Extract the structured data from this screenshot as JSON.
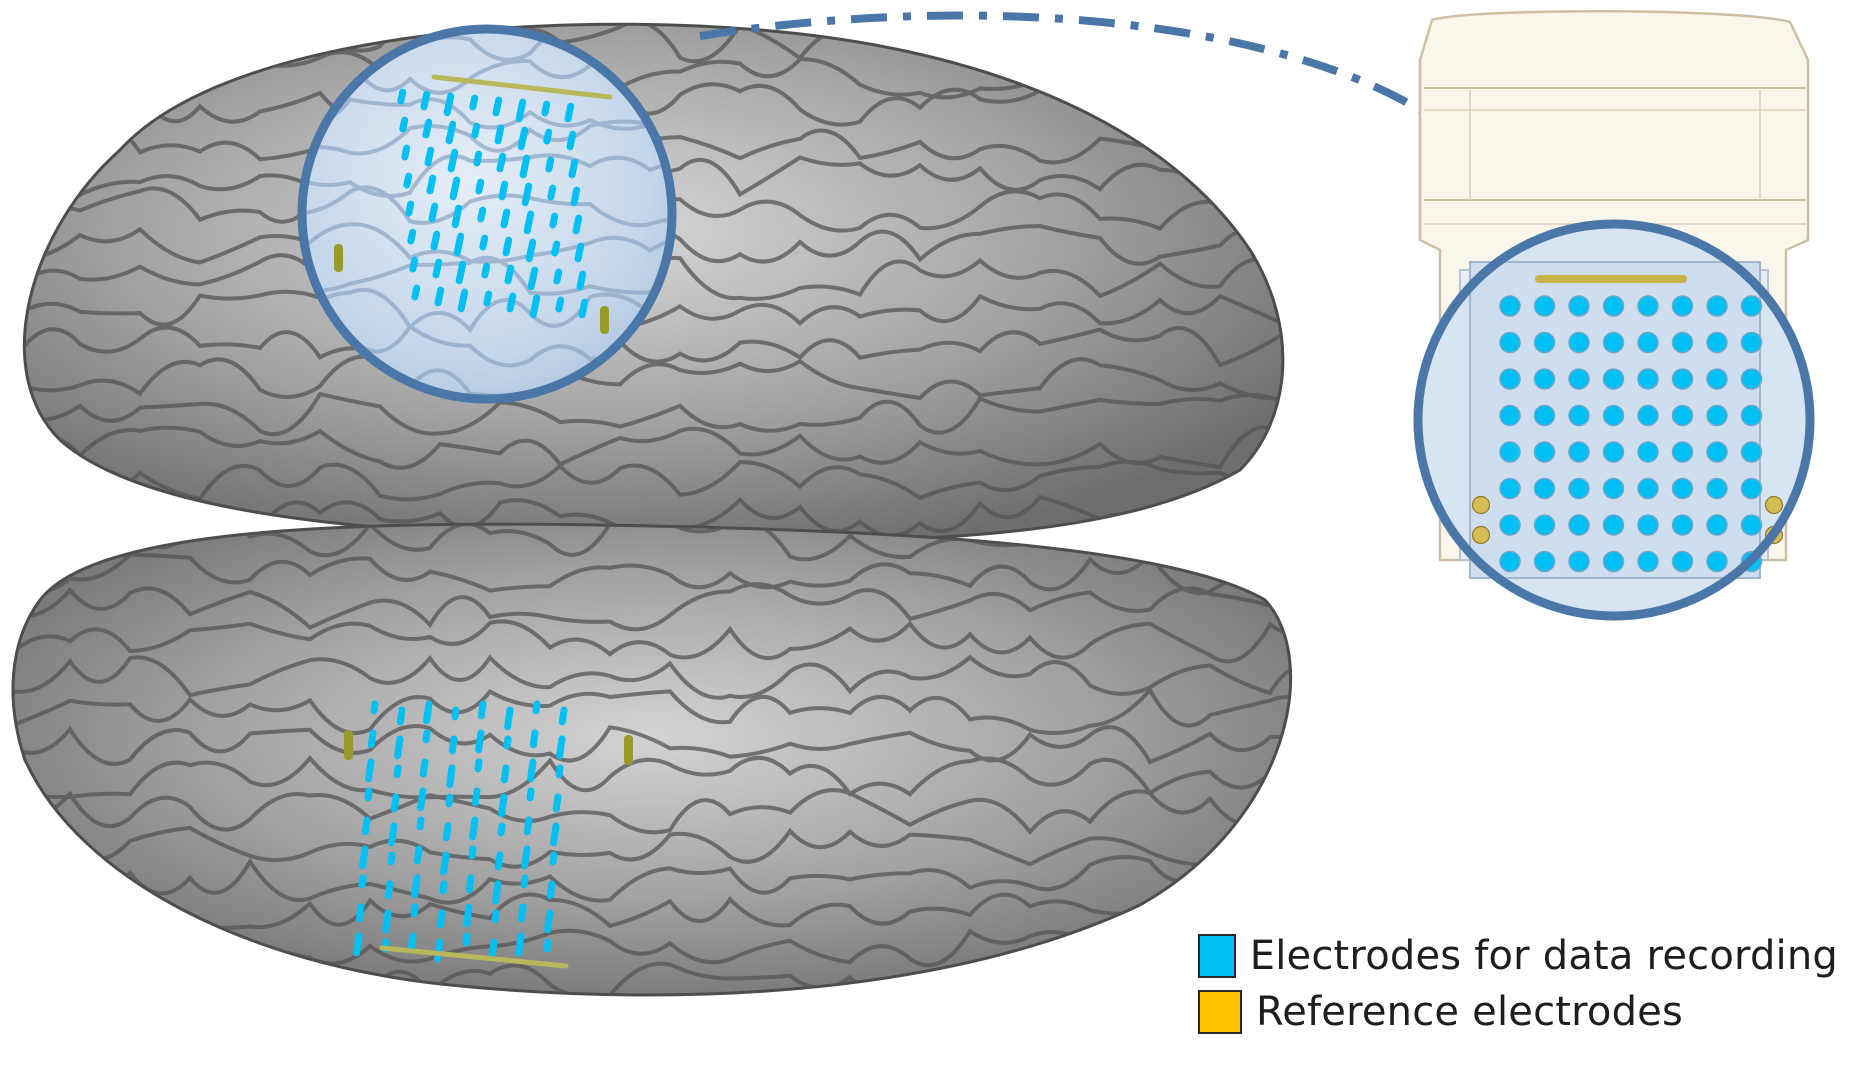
{
  "legend": {
    "recording": {
      "label": "Electrodes for data recording",
      "color": "#00bff3"
    },
    "reference": {
      "label": "Reference electrodes",
      "color": "#ffc000"
    }
  },
  "colors": {
    "brain": "#9b9b9b",
    "magnifier_ring": "#4a76a8",
    "arrow": "#4a76a8",
    "lens_fill": "#c9dcef",
    "implant_plate": "#d5e3f1"
  },
  "icons": [
    "brain-illustration",
    "magnifier-circle",
    "implant-device",
    "dash-dot-arrow"
  ]
}
